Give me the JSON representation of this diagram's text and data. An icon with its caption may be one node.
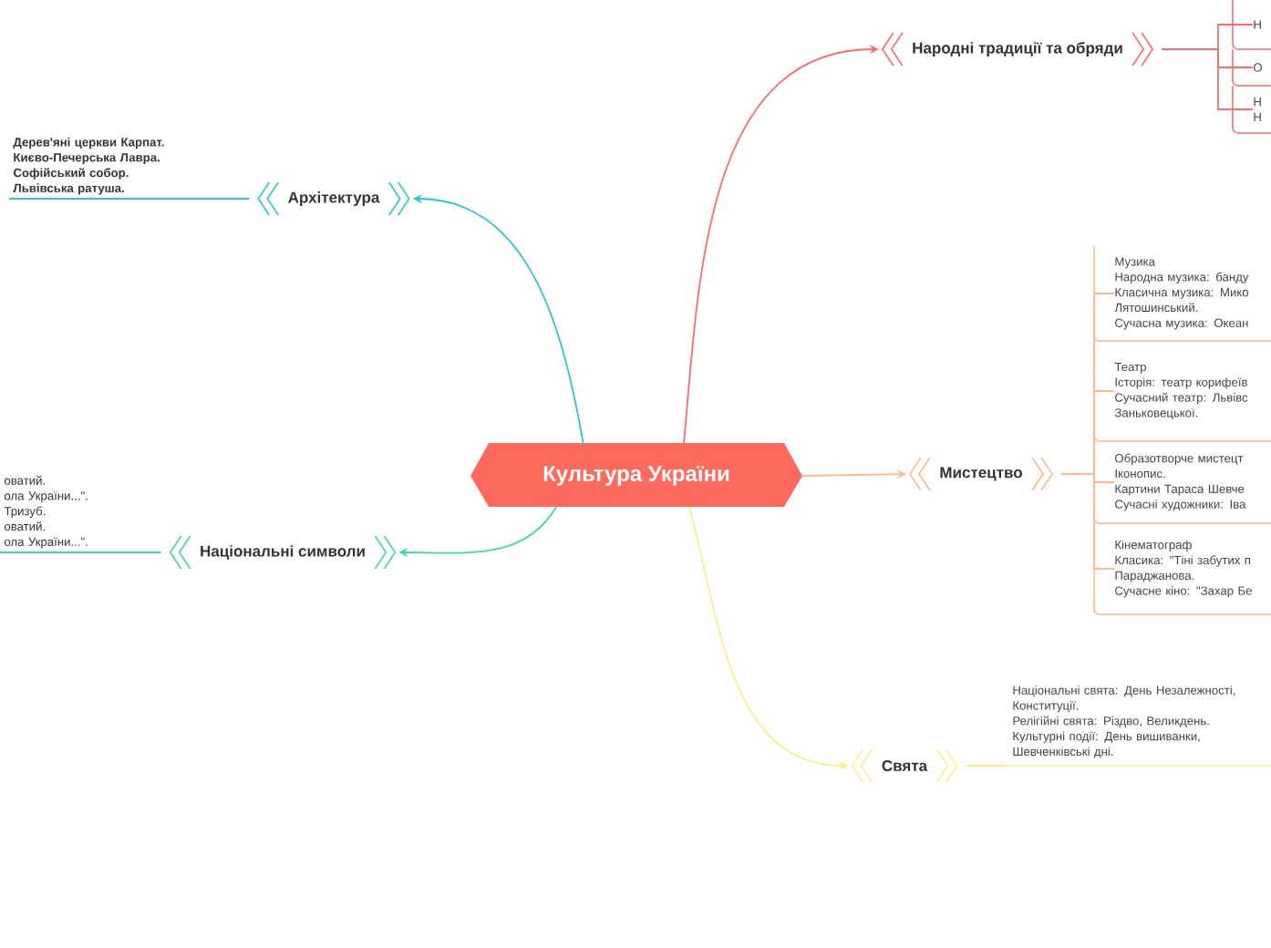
{
  "diagram": {
    "nodes": [
      {
        "text": [
          "Культура України"
        ]
      },
      {
        "text": [
          "Архітектура"
        ]
      },
      {
        "text": [
          "Дерев'яні церкви Карпат.",
          "Києво-Печерська Лавра.",
          "Софійський собор.",
          "Львівська ратуша."
        ]
      },
      {
        "text": [
          "Національні символи"
        ]
      },
      {
        "text": [
          "оватий.",
          "ола України...\".",
          "Тризуб.",
          "оватий.",
          "ола України...\"."
        ]
      },
      {
        "text": [
          "Народні традиції та обряди"
        ]
      },
      {
        "text": [
          "Н"
        ]
      },
      {
        "text": [
          "О"
        ]
      },
      {
        "text": [
          "Н",
          "Н"
        ]
      },
      {
        "text": [
          "Мистецтво"
        ]
      },
      {
        "text": [
          "Музика",
          "Народна музика: банду",
          "Класична музика: Мико Лятошинський.",
          "Сучасна музика: Океан"
        ]
      },
      {
        "text": [
          "Театр",
          "Історія: театр корифеїв",
          "Сучасний театр: Львівс Заньковецької."
        ]
      },
      {
        "text": [
          "Образотворче мистецт",
          "Іконопис.",
          "Картини Тараса Шевче",
          "Сучасні художники: Іва"
        ]
      },
      {
        "text": [
          "Кінематограф",
          "Класика: \"Тіні забутих п Параджанова.",
          "Сучасне кіно: \"Захар Бе"
        ]
      },
      {
        "text": [
          "Свята"
        ]
      },
      {
        "text": [
          "Національні свята: День Незалежності, Конституції.",
          "Релігійні свята: Різдво, Великдень.",
          "Культурні події: День вишиванки, Шевченківські дні."
        ]
      }
    ],
    "edges": [
      {
        "from": 0,
        "to": 1,
        "arrow": "to",
        "color": "#2cc7d2"
      },
      {
        "from": 1,
        "to": 2,
        "arrow": "none",
        "color": "#2cc7d2"
      },
      {
        "from": 0,
        "to": 3,
        "arrow": "to",
        "color": "#40d9a4"
      },
      {
        "from": 3,
        "to": 4,
        "arrow": "none",
        "color": "#40d9a4"
      },
      {
        "from": 0,
        "to": 5,
        "arrow": "to",
        "color": "#f76d6d"
      },
      {
        "from": 5,
        "to": 6,
        "arrow": "none",
        "color": "#f76d6d"
      },
      {
        "from": 5,
        "to": 7,
        "arrow": "none",
        "color": "#f76d6d"
      },
      {
        "from": 5,
        "to": 8,
        "arrow": "none",
        "color": "#f76d6d"
      },
      {
        "from": 0,
        "to": 9,
        "arrow": "to",
        "color": "#fdb98c"
      },
      {
        "from": 9,
        "to": 10,
        "arrow": "none",
        "color": "#fdb98c"
      },
      {
        "from": 9,
        "to": 11,
        "arrow": "none",
        "color": "#fdb98c"
      },
      {
        "from": 9,
        "to": 12,
        "arrow": "none",
        "color": "#fdb98c"
      },
      {
        "from": 9,
        "to": 13,
        "arrow": "none",
        "color": "#fdb98c"
      },
      {
        "from": 0,
        "to": 14,
        "arrow": "to",
        "color": "#f8ef8e"
      },
      {
        "from": 14,
        "to": 15,
        "arrow": "none",
        "color": "#f8ef8e"
      }
    ]
  }
}
